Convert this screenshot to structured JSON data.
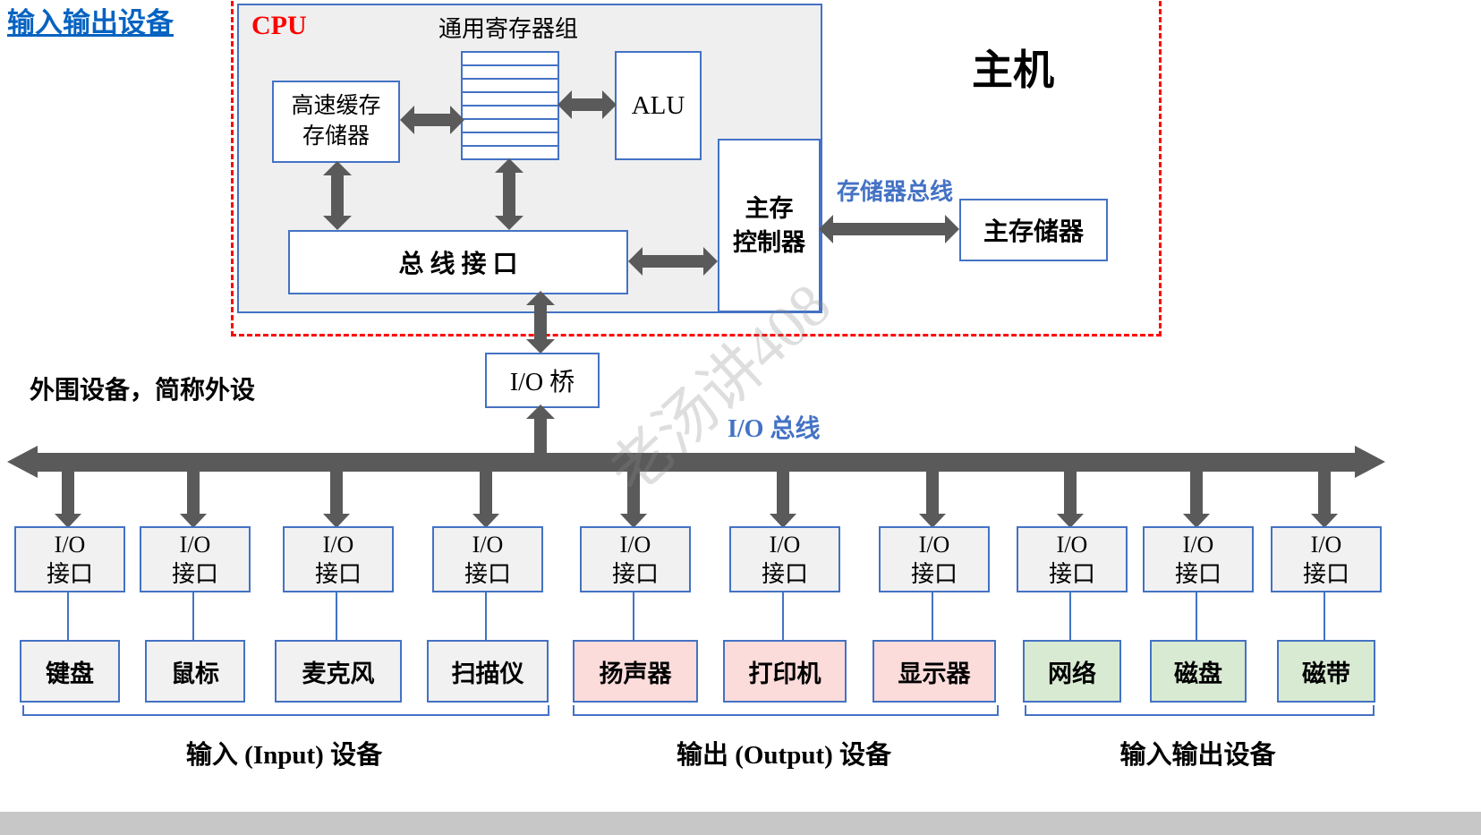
{
  "header": {
    "title": "输入输出设备",
    "host": "主机",
    "peripheral_note": "外围设备，简称外设",
    "watermark": "老汤讲408"
  },
  "cpu": {
    "label": "CPU",
    "register_group": "通用寄存器组",
    "cache": [
      "高速缓存",
      "存储器"
    ],
    "alu": "ALU",
    "bus_interface": "总 线 接 口",
    "mem_controller": [
      "主存",
      "控制器"
    ]
  },
  "memory": {
    "bus_label": "存储器总线",
    "main_memory": "主存储器"
  },
  "io": {
    "bridge": "I/O 桥",
    "bus_label": "I/O 总线",
    "interface": [
      "I/O",
      "接口"
    ]
  },
  "devices": [
    {
      "name": "键盘",
      "type": "input"
    },
    {
      "name": "鼠标",
      "type": "input"
    },
    {
      "name": "麦克风",
      "type": "input"
    },
    {
      "name": "扫描仪",
      "type": "input"
    },
    {
      "name": "扬声器",
      "type": "output"
    },
    {
      "name": "打印机",
      "type": "output"
    },
    {
      "name": "显示器",
      "type": "output"
    },
    {
      "name": "网络",
      "type": "input-output"
    },
    {
      "name": "磁盘",
      "type": "input-output"
    },
    {
      "name": "磁带",
      "type": "input-output"
    }
  ],
  "groups": [
    {
      "label": "输入 (Input) 设备"
    },
    {
      "label": "输出 (Output) 设备"
    },
    {
      "label": "输入输出设备"
    }
  ],
  "colors": {
    "box_border": "#4472c4",
    "arrow_gray": "#5a5a5a",
    "host_boundary_red": "#ff0000",
    "input_fill": "#f1f1f1",
    "output_fill": "#fbdcdb",
    "io_fill": "#d9ead3",
    "blue_text": "#4472c4",
    "link_blue": "#0563c1"
  }
}
